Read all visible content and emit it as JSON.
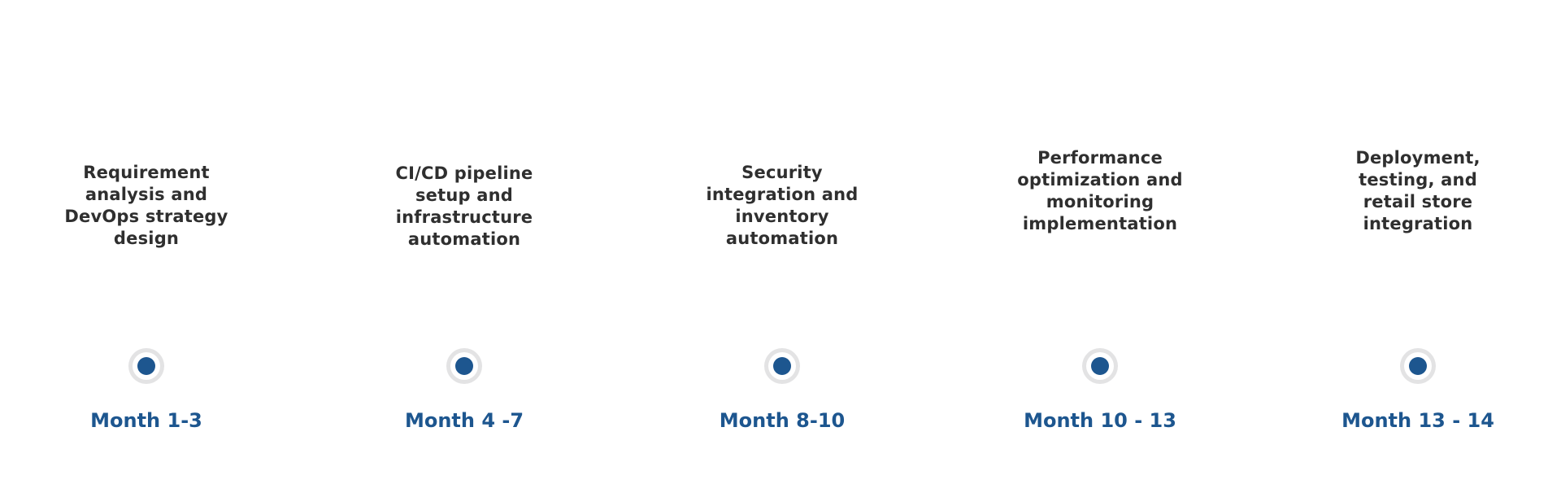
{
  "theme": {
    "accent": "#1d568f",
    "marker_ring": "#e3e3e4",
    "text": "#2f2f2f"
  },
  "timeline": {
    "milestones": [
      {
        "description_lines": [
          "Requirement",
          "analysis and",
          "DevOps strategy",
          "design"
        ],
        "period": "Month 1-3"
      },
      {
        "description_lines": [
          "CI/CD pipeline",
          "setup and",
          "infrastructure",
          "automation"
        ],
        "period": "Month 4 -7"
      },
      {
        "description_lines": [
          "Security",
          "integration and",
          "inventory",
          "automation"
        ],
        "period": "Month 8-10"
      },
      {
        "description_lines": [
          "Performance",
          "optimization and",
          "monitoring",
          "implementation"
        ],
        "period": "Month 10 - 13"
      },
      {
        "description_lines": [
          "Deployment,",
          "testing, and",
          "retail store",
          "integration"
        ],
        "period": "Month 13 - 14"
      }
    ]
  }
}
